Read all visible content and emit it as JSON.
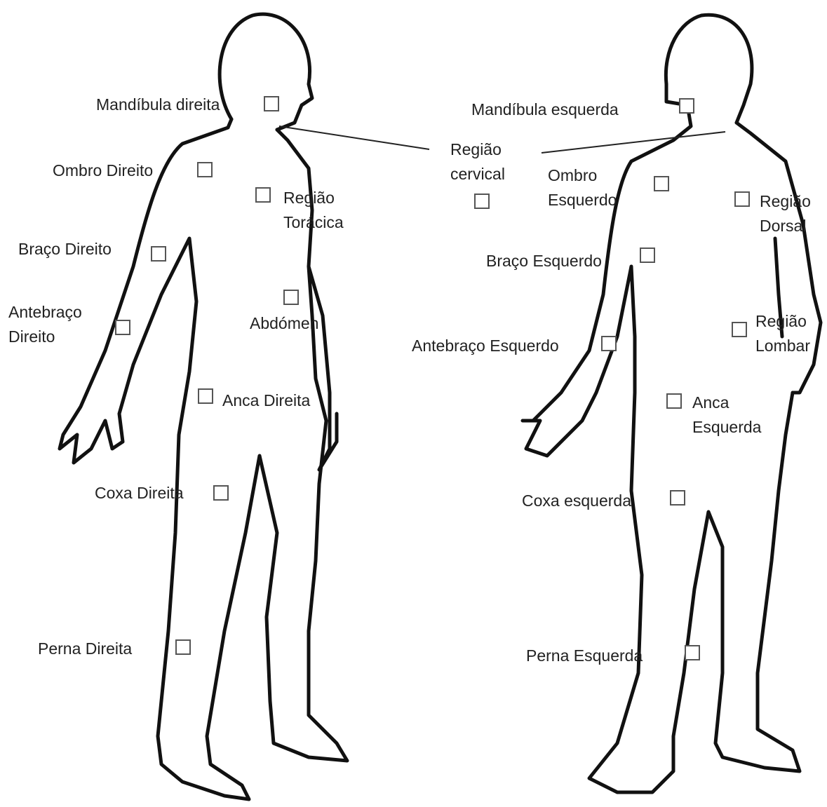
{
  "labels": {
    "mandibula_direita": "Mandíbula direita",
    "ombro_direito": "Ombro Direito",
    "braco_direito": "Braço Direito",
    "antebraco_direito": [
      "Antebraço",
      "Direito"
    ],
    "regiao_toracica": [
      "Região",
      "Torácica"
    ],
    "abdomen": "Abdómen",
    "anca_direita": "Anca Direita",
    "coxa_direita": "Coxa Direita",
    "perna_direita": "Perna Direita",
    "regiao_cervical": [
      "Região",
      "cervical"
    ],
    "mandibula_esquerda": "Mandíbula esquerda",
    "ombro_esquerdo": [
      "Ombro",
      "Esquerdo"
    ],
    "braco_esquerdo": "Braço Esquerdo",
    "antebraco_esquerdo": "Antebraço Esquerdo",
    "regiao_dorsal": [
      "Região",
      "Dorsal"
    ],
    "regiao_lombar": [
      "Região",
      "Lombar"
    ],
    "anca_esquerda": [
      "Anca",
      "Esquerda"
    ],
    "coxa_esquerda": "Coxa esquerda",
    "perna_esquerda": "Perna Esquerda"
  },
  "colors": {
    "outline": "#111111",
    "checkbox_border": "#555555",
    "text": "#222222"
  }
}
